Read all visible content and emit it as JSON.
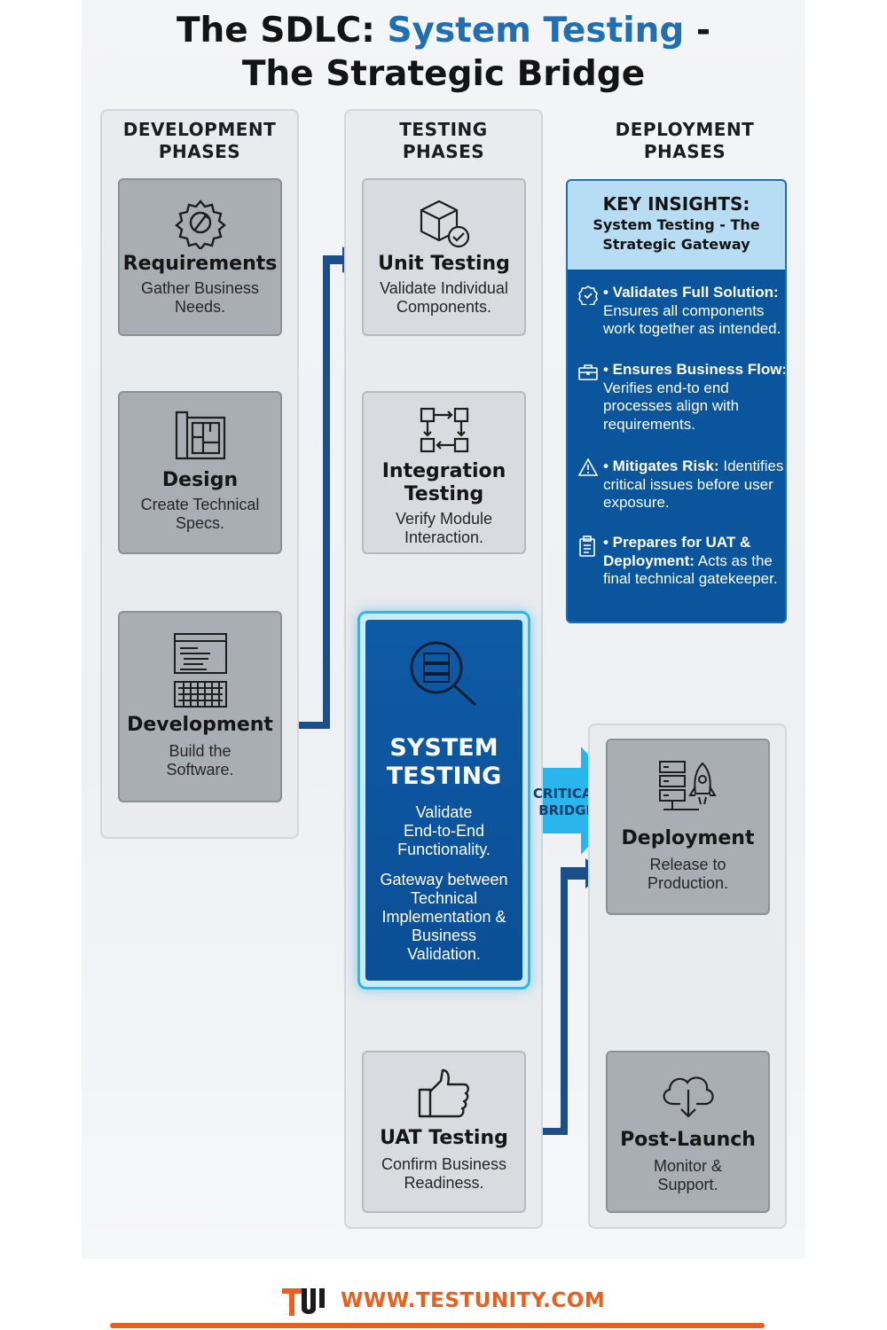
{
  "title": {
    "line1_prefix": "The SDLC: ",
    "line1_accent": "System Testing",
    "line1_suffix": " -",
    "line2": "The Strategic Bridge"
  },
  "columns": {
    "development": {
      "header_line1": "DEVELOPMENT",
      "header_line2": "PHASES"
    },
    "testing": {
      "header_line1": "TESTING",
      "header_line2": "PHASES"
    },
    "deployment": {
      "header_line1": "DEPLOYMENT",
      "header_line2": "PHASES"
    }
  },
  "development_cards": [
    {
      "title": "Requirements",
      "desc_line1": "Gather Business",
      "desc_line2": "Needs.",
      "icon": "gear-wrench-icon"
    },
    {
      "title": "Design",
      "desc_line1": "Create Technical",
      "desc_line2": "Specs.",
      "icon": "blueprint-icon"
    },
    {
      "title": "Development",
      "desc_line1": "Build the",
      "desc_line2": "Software.",
      "icon": "code-keyboard-icon"
    }
  ],
  "testing_cards": [
    {
      "title": "Unit Testing",
      "desc_line1": "Validate Individual",
      "desc_line2": "Components.",
      "icon": "cube-check-icon"
    },
    {
      "title_line1": "Integration",
      "title_line2": "Testing",
      "desc_line1": "Verify Module",
      "desc_line2": "Interaction.",
      "icon": "module-flow-icon"
    },
    {
      "title": "UAT Testing",
      "desc_line1": "Confirm Business",
      "desc_line2": "Readiness.",
      "icon": "thumbs-up-icon"
    }
  ],
  "system_testing": {
    "title_line1": "SYSTEM",
    "title_line2": "TESTING",
    "desc1": [
      "Validate",
      "End-to-End",
      "Functionality."
    ],
    "desc2": [
      "Gateway between",
      "Technical",
      "Implementation &",
      "Business",
      "Validation."
    ],
    "icon": "server-magnifier-icon"
  },
  "bridge": {
    "line1": "CRITICAL",
    "line2": "BRIDGE"
  },
  "deployment_cards": [
    {
      "title": "Deployment",
      "desc_line1": "Release to",
      "desc_line2": "Production.",
      "icon": "server-rocket-icon"
    },
    {
      "title": "Post-Launch",
      "desc_line1": "Monitor &",
      "desc_line2": "Support.",
      "icon": "cloud-download-icon"
    }
  ],
  "insights": {
    "title": "KEY INSIGHTS:",
    "subtitle_line1": "System Testing - The",
    "subtitle_line2": "Strategic Gateway",
    "items": [
      {
        "bold": "• Validates Full Solution:",
        "text": " Ensures all components work together as intended.",
        "icon": "badge-check-icon"
      },
      {
        "bold": "• Ensures Business Flow:",
        "text": " Verifies end-to end processes align with requirements.",
        "icon": "briefcase-icon"
      },
      {
        "bold": "• Mitigates Risk:",
        "text": " Identifies critical issues before user exposure.",
        "icon": "warning-icon"
      },
      {
        "bold": "• Prepares for UAT & Deployment:",
        "text": " Acts as the final technical gatekeeper.",
        "icon": "clipboard-icon"
      }
    ]
  },
  "footer": {
    "url": "WWW.TESTUNITY.COM",
    "logo": "TU"
  },
  "colors": {
    "accent": "#1f6fb2",
    "highlight": "#2bb8ea",
    "dark_blue": "#0b559c",
    "footer_orange": "#e8601c"
  }
}
